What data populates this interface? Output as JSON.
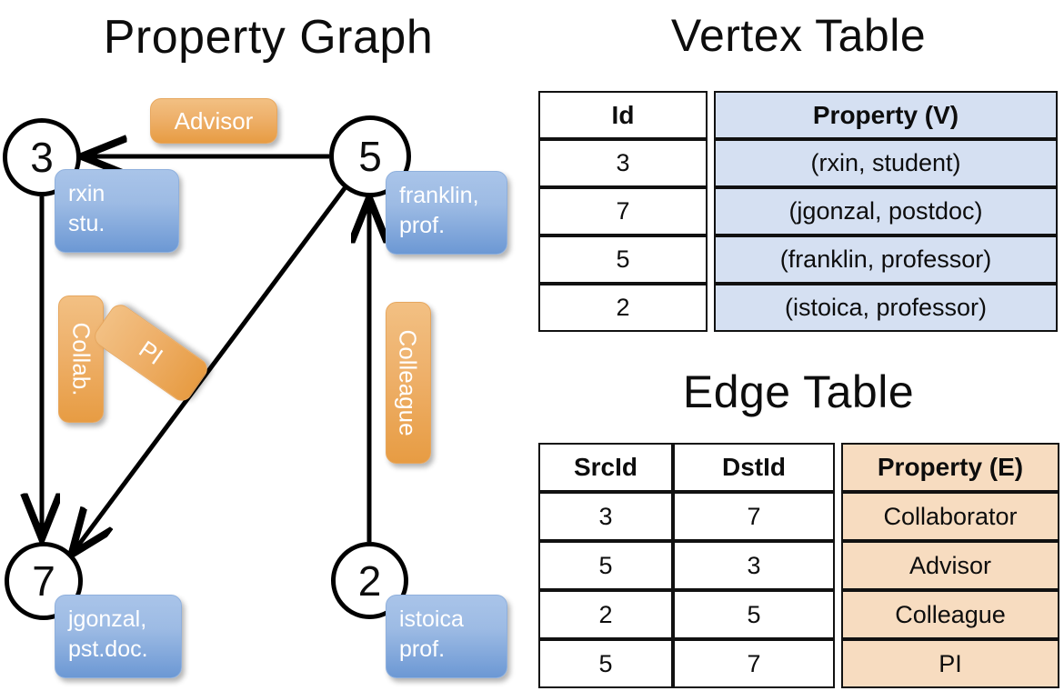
{
  "titles": {
    "property_graph": "Property Graph",
    "vertex_table": "Vertex Table",
    "edge_table": "Edge Table"
  },
  "colors": {
    "vertex_fill": "#d5e0f2",
    "edge_fill": "#f7dcc0",
    "node_box_blue": "#6c98d4",
    "edge_label_orange": "#e79c43",
    "stroke": "#000000"
  },
  "graph": {
    "nodes": [
      {
        "id": "3",
        "property_line1": "rxin",
        "property_line2": "stu."
      },
      {
        "id": "5",
        "property_line1": "franklin,",
        "property_line2": "prof."
      },
      {
        "id": "7",
        "property_line1": "jgonzal,",
        "property_line2": "pst.doc."
      },
      {
        "id": "2",
        "property_line1": "istoica",
        "property_line2": "prof."
      }
    ],
    "edge_labels": [
      {
        "label": "Advisor",
        "from": "5",
        "to": "3"
      },
      {
        "label": "Collab.",
        "from": "3",
        "to": "7"
      },
      {
        "label": "PI",
        "from": "5",
        "to": "7"
      },
      {
        "label": "Colleague",
        "from": "2",
        "to": "5"
      }
    ]
  },
  "vertex_table": {
    "headers": [
      "Id",
      "Property (V)"
    ],
    "rows": [
      {
        "id": "3",
        "property": "(rxin, student)"
      },
      {
        "id": "7",
        "property": "(jgonzal, postdoc)"
      },
      {
        "id": "5",
        "property": "(franklin, professor)"
      },
      {
        "id": "2",
        "property": "(istoica, professor)"
      }
    ]
  },
  "edge_table": {
    "headers": [
      "SrcId",
      "DstId",
      "Property (E)"
    ],
    "rows": [
      {
        "src": "3",
        "dst": "7",
        "property": "Collaborator"
      },
      {
        "src": "5",
        "dst": "3",
        "property": "Advisor"
      },
      {
        "src": "2",
        "dst": "5",
        "property": "Colleague"
      },
      {
        "src": "5",
        "dst": "7",
        "property": "PI"
      }
    ]
  }
}
